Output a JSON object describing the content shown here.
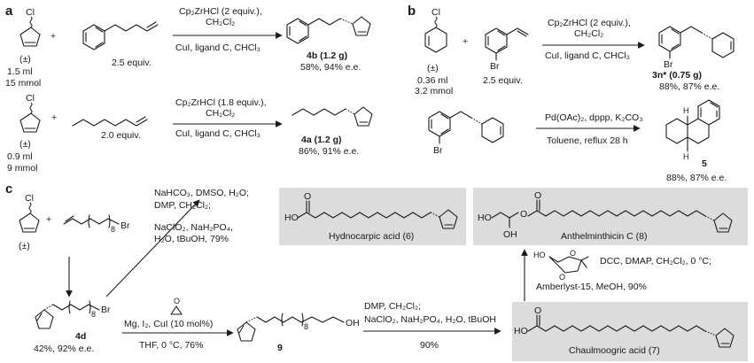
{
  "panels": {
    "a": "a",
    "b": "b",
    "c": "c"
  },
  "labels": {
    "cl": "Cl",
    "br": "Br",
    "oh": "OH",
    "ho": "HO",
    "o": "O",
    "h": "H",
    "racemic": "(±)",
    "plus": "+",
    "sub8": "8"
  },
  "scheme_a1": {
    "vol": "1.5 ml",
    "amount": "15 mmol",
    "equiv": "2.5 equiv.",
    "cond1": "Cp₂ZrHCl (2 equiv.),",
    "cond2": "CH₂Cl₂",
    "cond3": "CuI, ligand C, CHCl₃",
    "product": "4b (1.2 g)",
    "yield": "58%, 94% e.e."
  },
  "scheme_a2": {
    "vol": "0.9 ml",
    "amount": "9 mmol",
    "equiv": "2.0 equiv.",
    "cond1": "Cp₂ZrHCl (1.8 equiv.),",
    "cond2": "CH₂Cl₂",
    "cond3": "CuI, ligand C, CHCl₃",
    "product": "4a (1.2 g)",
    "yield": "86%, 91% e.e."
  },
  "scheme_b1": {
    "vol": "0.36 ml",
    "amount": "3.2 mmol",
    "equiv": "2.5 equiv.",
    "cond1": "Cp₂ZrHCl (2 equiv.),",
    "cond2": "CH₂Cl₂",
    "cond3": "CuI, ligand C, CHCl₃",
    "product": "3n* (0.75 g)",
    "yield": "88%, 87% e.e."
  },
  "scheme_b2": {
    "cond1": "Pd(OAc)₂, dppp, K₂CO₃",
    "cond2": "Toluene, reflux 28 h",
    "product": "5",
    "yield": "88%, 87% e.e."
  },
  "scheme_c": {
    "cond_up1": "NaHCO₃, DMSO, H₂O;",
    "cond_up2": "DMP, CH₂Cl₂;",
    "cond_up3": "NaClO₂, NaH₂PO₄,",
    "cond_up4": "H₂O, tBuOH, 79%",
    "hydnocarpic": "Hydnocarpic acid (6)",
    "anthelminthicin": "Anthelminthicin C (8)",
    "cond_right": "DCC, DMAP, CH₂Cl₂, 0 °C;",
    "cond_right2": "Amberlyst-15, MeOH, 90%",
    "cmpd4d": "4d",
    "yield4d": "42%, 92% e.e.",
    "cond_epox1": "Mg, I₂, CuI (10 mol%)",
    "cond_epox2": "THF, 0 °C, 76%",
    "cmpd9": "9",
    "cond_ox1": "DMP, CH₂Cl₂;",
    "cond_ox2": "NaClO₂, NaH₂PO₄, H₂O, tBuOH",
    "cond_ox3": "90%",
    "chaulmoogric": "Chaulmoogric acid (7)"
  }
}
